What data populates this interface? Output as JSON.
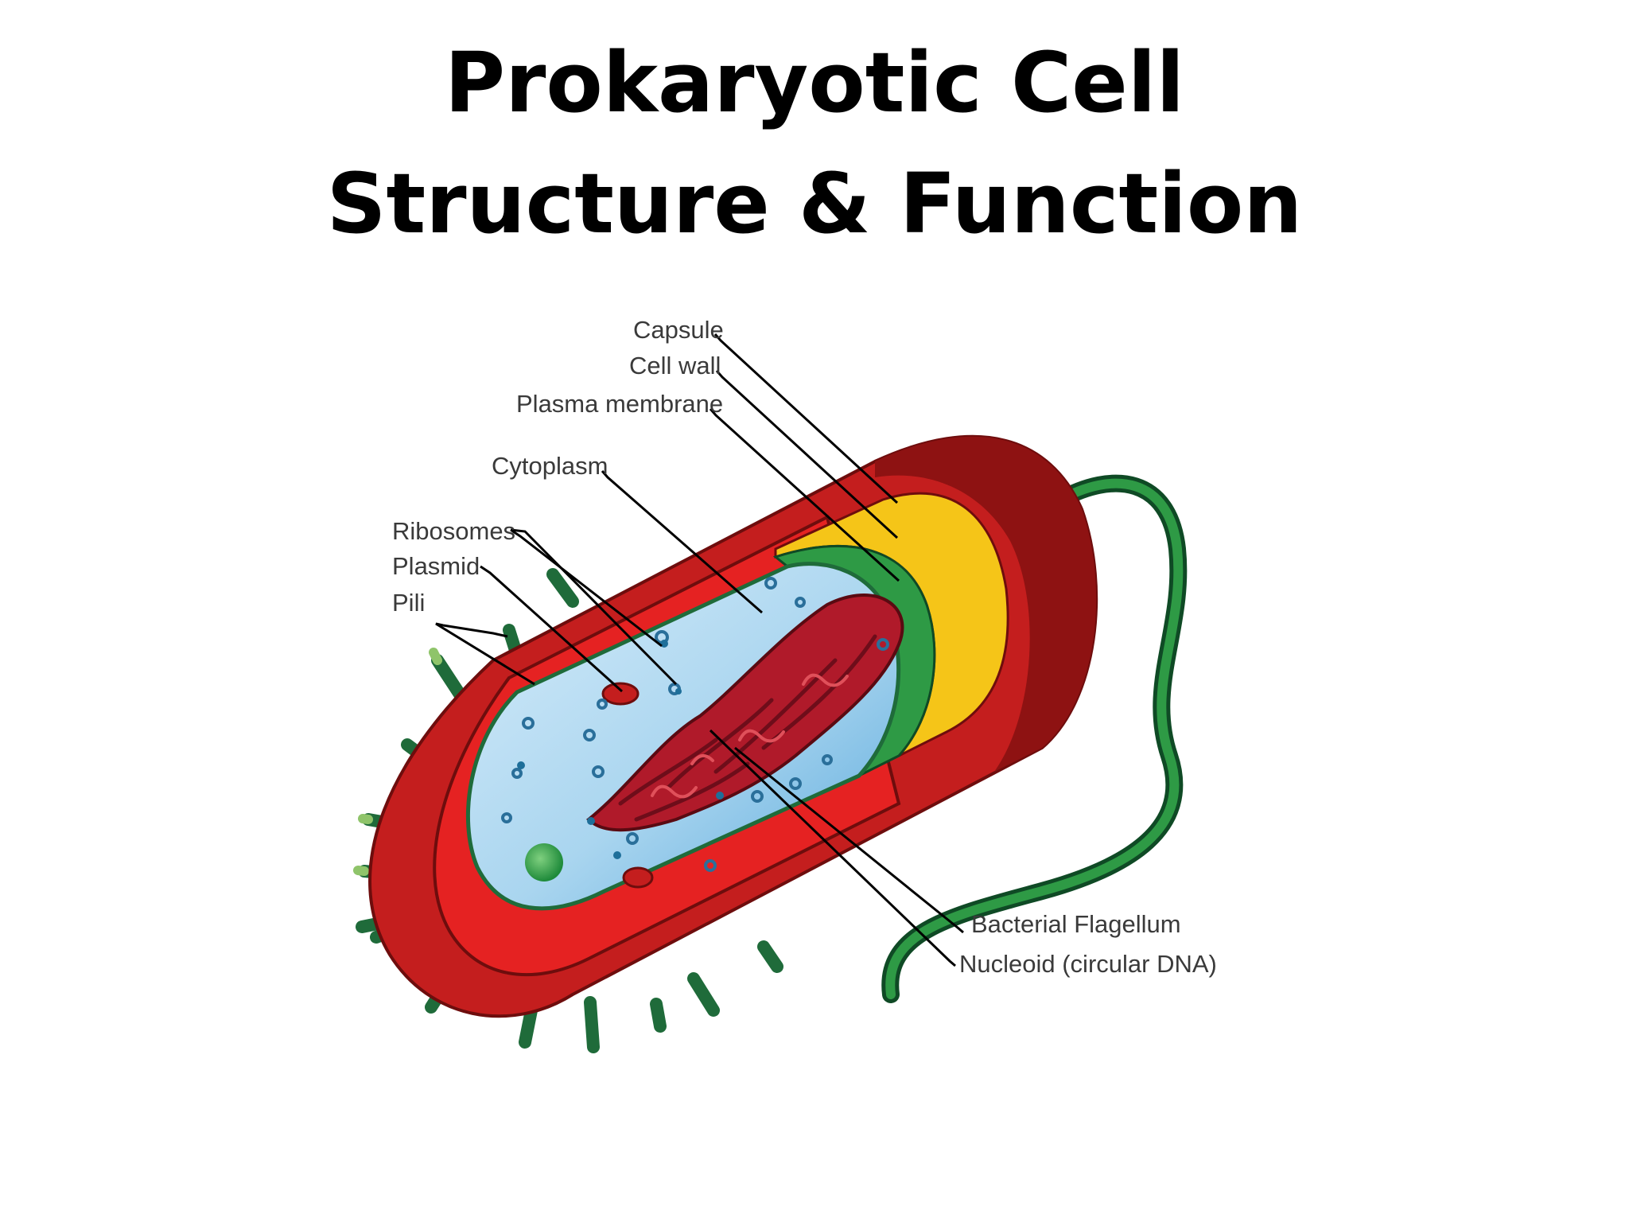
{
  "title": {
    "line1": "Prokaryotic Cell",
    "line2": "Structure & Function"
  },
  "labels": {
    "capsule": "Capsule",
    "cell_wall": "Cell wall",
    "plasma_membrane": "Plasma membrane",
    "cytoplasm": "Cytoplasm",
    "ribosomes": "Ribosomes",
    "plasmid": "Plasmid",
    "pili": "Pili",
    "bacterial_flagellum": "Bacterial Flagellum",
    "nucleoid": "Nucleoid (circular DNA)"
  },
  "colors": {
    "capsule": "#c41e1e",
    "capsule_dark": "#8e1212",
    "cell_wall": "#f5c518",
    "plasma_membrane": "#2e9a45",
    "cytoplasm": "#a9d5ef",
    "nucleoid": "#b01a2a",
    "pili": "#1f6b3a",
    "flagellum": "#1f6b3a",
    "leader_line": "#000000"
  }
}
